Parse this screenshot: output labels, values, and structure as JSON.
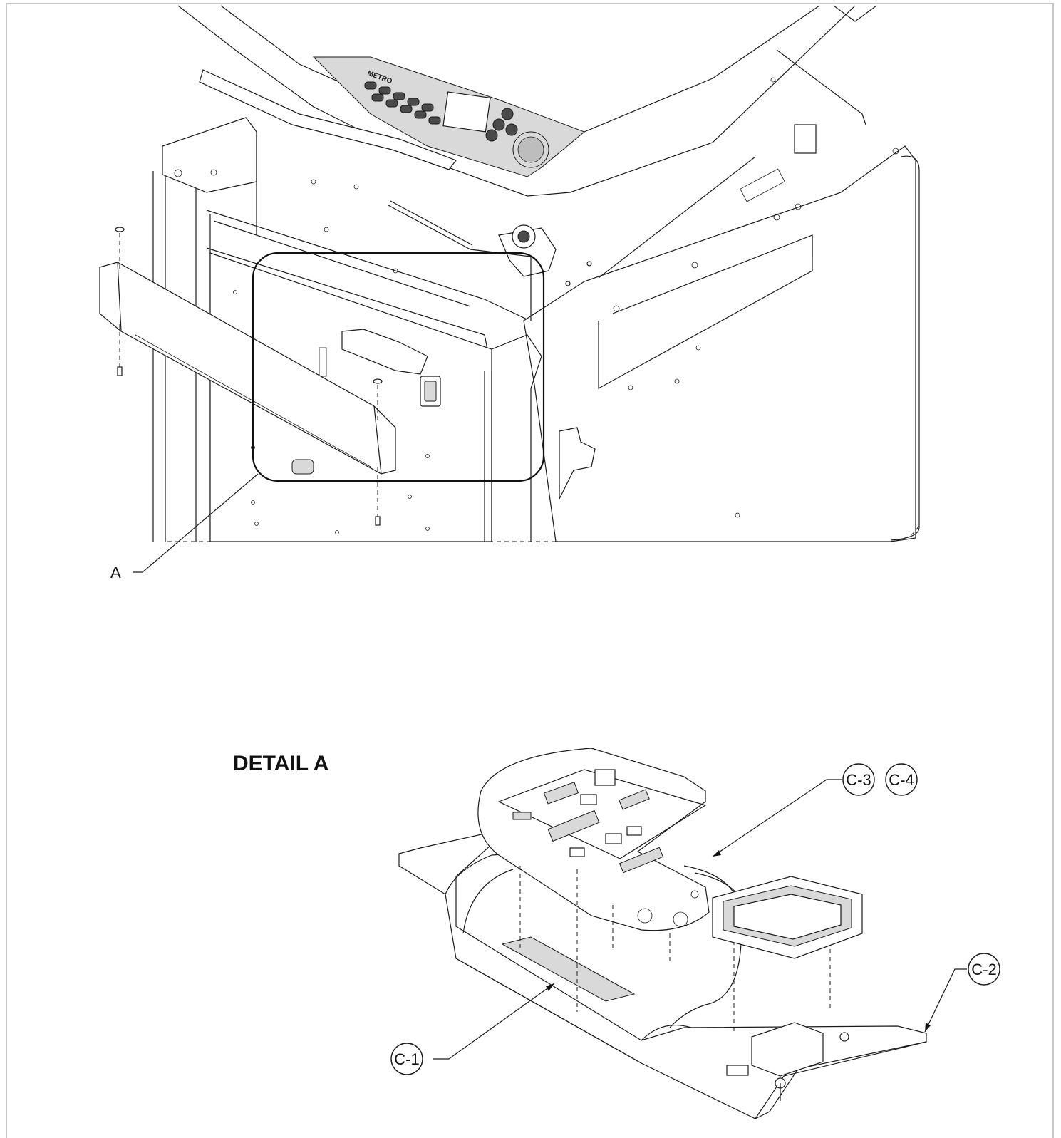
{
  "callouts": {
    "a": "A",
    "c1": "C-1",
    "c2": "C-2",
    "c3": "C-3",
    "c4": "C-4"
  },
  "detail_title": "DETAIL A",
  "panel_text": {
    "brand": "METRO"
  }
}
